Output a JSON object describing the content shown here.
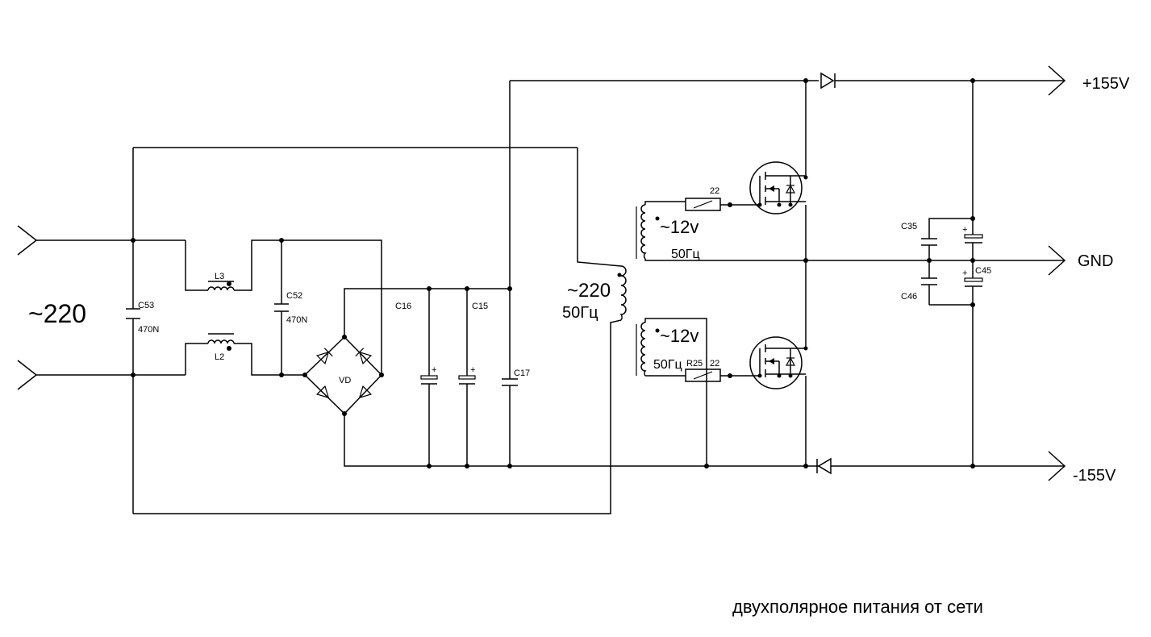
{
  "labels": {
    "mains_input": "~220",
    "c53": "C53",
    "c53_value": "470N",
    "l3": "L3",
    "l2": "L2",
    "c52": "C52",
    "c52_value": "470N",
    "vd": "VD",
    "c16": "C16",
    "c15": "C15",
    "c17": "C17",
    "transformer_primary": "~220",
    "transformer_primary_freq": "50Гц",
    "winding_top": "~12v",
    "winding_top_freq": "50Гц",
    "winding_bottom": "~12v",
    "winding_bottom_freq": "50Гц",
    "r_top_value": "22",
    "r25": "R25",
    "r_bottom_value": "22",
    "c35": "C35",
    "c45": "C45",
    "c46": "C46",
    "plus": "+",
    "out_pos": "+155V",
    "out_gnd": "GND",
    "out_neg": "-155V",
    "caption": "двухполярное питания от сети"
  }
}
